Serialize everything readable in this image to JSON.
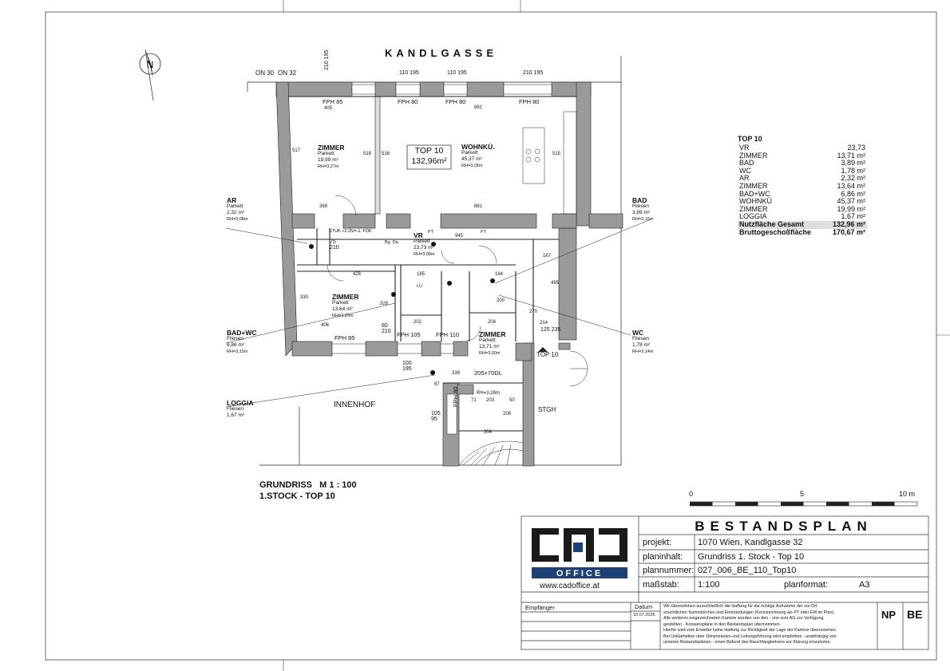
{
  "street_name": "KANDLGASSE",
  "courtyard_label": "INNENHOF",
  "staircase_label": "STGH",
  "entrance_label": "TOP 10",
  "top_box": {
    "title": "TOP 10",
    "area": "132,96m²"
  },
  "level_marks": [
    "ON 30",
    "ON 32"
  ],
  "rooms": [
    {
      "name": "ZIMMER",
      "floor": "Parkett",
      "area": "19,99 m²",
      "rh": "RH=3,27m"
    },
    {
      "name": "WOHNKÜ.",
      "floor": "Parkett",
      "area": "45,37 m²",
      "rh": "RH=3,28m"
    },
    {
      "name": "VR",
      "floor": "Parkett",
      "area": "23,73 m²",
      "rh": "RH=3,08m"
    },
    {
      "name": "ZIMMER",
      "floor": "Parkett",
      "area": "13,64 m²",
      "rh": "RH=3,29m"
    },
    {
      "name": "ZIMMER",
      "floor": "Parkett",
      "area": "13,71 m²",
      "rh": "RH=3,00m"
    }
  ],
  "side_labels": [
    {
      "name": "AR",
      "floor": "Parkett",
      "area": "2,32 m²",
      "rh": "RH=3,08m"
    },
    {
      "name": "BAD",
      "floor": "Fliesen",
      "area": "3,89 m²",
      "rh": "RH=3,15m"
    },
    {
      "name": "BAD+WC",
      "floor": "Fliesen",
      "area": "6,86 m²",
      "rh": "RH=3,15m"
    },
    {
      "name": "WC",
      "floor": "Fliesen",
      "area": "1,78 m²",
      "rh": "RH=3,14m"
    },
    {
      "name": "LOGGIA",
      "floor": "Fliesen",
      "area": "1,67 m²"
    }
  ],
  "window_labels": [
    "FPH 85",
    "FPH 80",
    "FPH 80",
    "FPH 80",
    "FPH 85",
    "FPH 105",
    "FPH 110",
    "FPH 80"
  ],
  "dimensions": [
    "210",
    "195",
    "110",
    "195",
    "110",
    "195",
    "210",
    "195",
    "405",
    "881",
    "517",
    "518",
    "516",
    "515",
    "369",
    "881",
    "945",
    "426",
    "406",
    "330",
    "328",
    "185",
    "202",
    "204",
    "200",
    "184",
    "214",
    "167",
    "495",
    "270",
    "80",
    "210",
    "75",
    "210",
    "125",
    "235",
    "100",
    "195",
    "105",
    "95",
    "203",
    "304",
    "208",
    "71",
    "50",
    "67",
    "339",
    "205+70DL"
  ],
  "misc_notes": [
    "STUK +2,25m ü. FOK",
    "Bg. Da",
    "PT",
    "LÜ",
    "RH=3,28m"
  ],
  "areas_table": {
    "title": "TOP 10",
    "rows": [
      {
        "label": "VR",
        "value": "23,73"
      },
      {
        "label": "ZIMMER",
        "value": "13,71 m²"
      },
      {
        "label": "BAD",
        "value": "3,89 m²"
      },
      {
        "label": "WC",
        "value": "1,78 m²"
      },
      {
        "label": "AR",
        "value": "2,32 m²"
      },
      {
        "label": "ZIMMER",
        "value": "13,64 m²"
      },
      {
        "label": "BAD+WC",
        "value": "6,86 m²"
      },
      {
        "label": "WOHNKÜ",
        "value": "45,37 m²"
      },
      {
        "label": "ZIMMER",
        "value": "19,99 m²"
      },
      {
        "label": "LOGGIA",
        "value": "1,67 m²"
      }
    ],
    "total_label": "Nutzfläche Gesamt",
    "total_value": "132,96 m²",
    "gross_label": "Bruttogeschoßfläche",
    "gross_value": "170,67 m²"
  },
  "plan_caption": {
    "line1": "GRUNDRISS   M 1 : 100",
    "line2": "1.STOCK - TOP 10"
  },
  "scale_bar": {
    "labels": [
      "0",
      "5",
      "10 m"
    ]
  },
  "north_label": "N",
  "title_block": {
    "logo_text": "CAD",
    "logo_sub": "OFFICE",
    "website": "www.cadoffice.at",
    "heading": "BESTANDSPLAN",
    "projekt_label": "projekt:",
    "projekt_value": "1070 Wien, Kandlgasse 32",
    "planinhalt_label": "planinhalt:",
    "planinhalt_value": "Grundriss 1. Stock - Top 10",
    "plannummer_label": "plannummer:",
    "plannummer_value": "027_006_BE_110_Top10",
    "massstab_label": "maßstab:",
    "massstab_value": "1:100",
    "planformat_label": "planformat:",
    "planformat_value": "A3",
    "empfaenger_label": "Empfänger",
    "datum_label": "Datum",
    "datum_value": "10.07.2026",
    "np": "NP",
    "be": "BE",
    "disclaimer": [
      "Wir übernehmen ausschließlich die Haftung für die richtige Aufnahme der vor Ort",
      "ersichtlichen Kamintürchen und Einmündungen (Kennzeichnung als PT oder EM im Plan).",
      "Alle weiteren eingezeichneten Kamine wurden von den - uns vom AG zur Verfügung",
      "gestellten - Konsenspläne in den Bestandsplan übernommen.",
      "Hierfür wird vom Ersteller keine Haftung zur Richtigkeit der Lage der Kamine übernommen.",
      "Bei Unklarheiten über Dimensionen und Leitungsführung wird empfohlen - unabhängig von",
      "unseren Bestandsplänen - einen Befund des Rauchfangkehrers zur Klärung einzuholen."
    ]
  },
  "colors": {
    "wall": "#9a9a9a",
    "line": "#222222",
    "logo_dark": "#1a1a1a",
    "logo_blue": "#1f3f77"
  }
}
